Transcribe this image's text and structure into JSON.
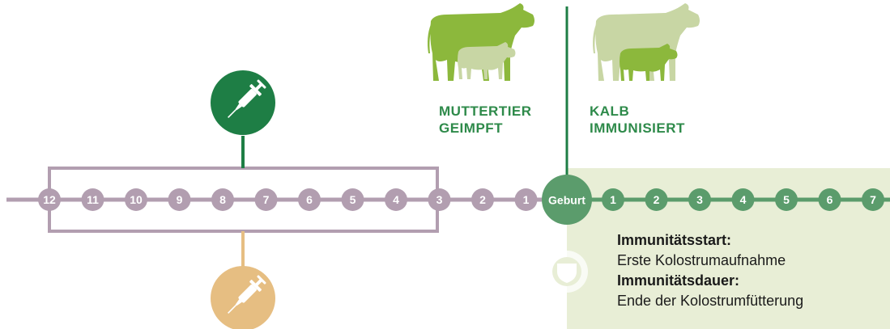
{
  "labels": {
    "mother": [
      "MUTTERTIER",
      "GEIMPFT"
    ],
    "calf": [
      "KALB",
      "IMMUNISIERT"
    ]
  },
  "timeline": {
    "before_birth": [
      "12",
      "11",
      "10",
      "9",
      "8",
      "7",
      "6",
      "5",
      "4",
      "3",
      "2",
      "1"
    ],
    "birth": "Geburt",
    "after_birth": [
      "1",
      "2",
      "3",
      "4",
      "5",
      "6",
      "7"
    ]
  },
  "info": {
    "start_title": "Immunitätsstart:",
    "start_text": "Erste Kolostrumaufnahme",
    "duration_title": "Immunitätsdauer:",
    "duration_text": "Ende der Kolostrumfütterung"
  },
  "icons": [
    "syringe-icon",
    "cow-icon",
    "calf-icon",
    "shield-icon"
  ],
  "colors": {
    "pre_birth": "#b29eb0",
    "post_birth": "#5b9c6c",
    "dark_green": "#1e7e45",
    "light_green_area": "#e8eed6",
    "mother_vaccinated": "#8cb83c",
    "mother_pale": "#c8d6a4",
    "booster": "#e6be82",
    "label": "#2e8a4a"
  }
}
